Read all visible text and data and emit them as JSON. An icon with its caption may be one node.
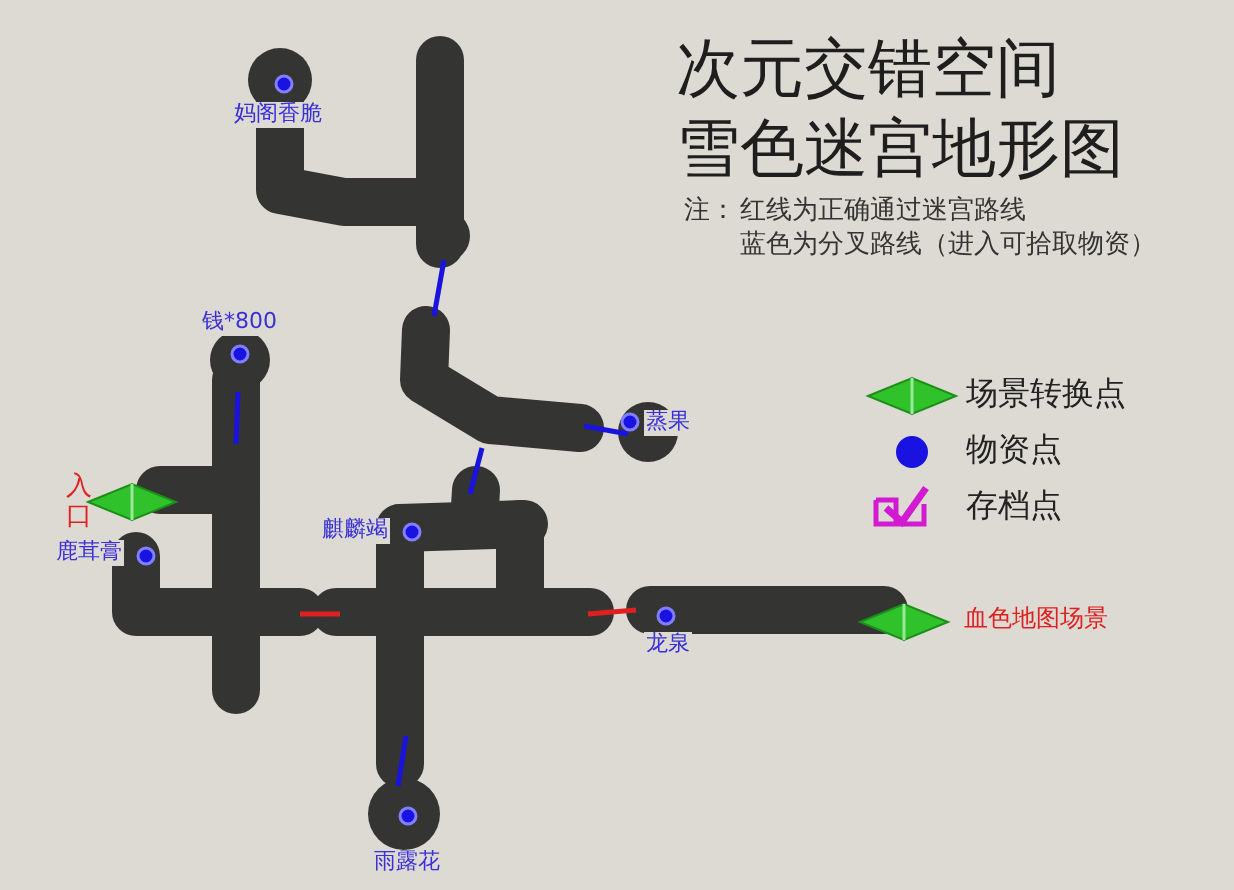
{
  "diagram": {
    "title": "次元交错空间雪色迷宫地形图",
    "labels": [
      "注：",
      "红线为正确通过迷宫路线",
      "蓝色为分叉路线（进入可拾取物资）",
      "妈阁香脆",
      "钱*800",
      "入口",
      "鹿茸膏",
      "麒麟竭",
      "蒸果",
      "龙泉",
      "血色地图场景",
      "雨露花"
    ],
    "legend": [
      {
        "text": "场景转换点"
      },
      {
        "text": "物资点",
        "color": "#1a12e0"
      },
      {
        "text": "存档点"
      }
    ]
  }
}
